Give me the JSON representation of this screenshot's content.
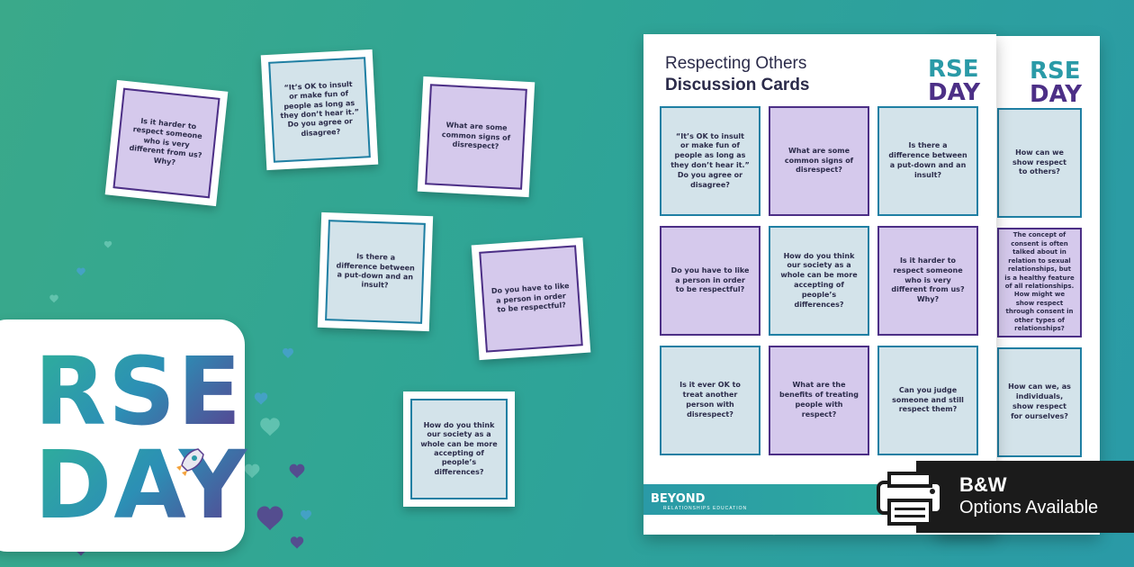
{
  "scattered_cards": [
    {
      "text": "Is it harder to respect someone who is very different from us? Why?",
      "color": "purple"
    },
    {
      "text": "“It’s OK to insult or make fun of people as long as they don’t hear it.” Do you agree or disagree?",
      "color": "blue"
    },
    {
      "text": "What are some common signs of disrespect?",
      "color": "purple"
    },
    {
      "text": "Is there a difference between a put-down and an insult?",
      "color": "blue"
    },
    {
      "text": "Do you have to like a person in order to be respectful?",
      "color": "purple"
    },
    {
      "text": "How do you think our society as a whole can be more accepting of people’s differences?",
      "color": "blue"
    }
  ],
  "badge": {
    "line1": "RSE",
    "line2": "DAY",
    "icon": "rocket-icon"
  },
  "worksheet": {
    "title_line1": "Respecting Others",
    "title_line2": "Discussion Cards",
    "logo_line1": "RSE",
    "logo_line2": "DAY",
    "cards": [
      {
        "text": "“It’s OK to insult or make fun of people as long as they don’t hear it.” Do you agree or disagree?",
        "color": "blue"
      },
      {
        "text": "What are some common signs of disrespect?",
        "color": "purple"
      },
      {
        "text": "Is there a difference between a put-down and an insult?",
        "color": "blue"
      },
      {
        "text": "Do you have to like a person in order to be respectful?",
        "color": "purple"
      },
      {
        "text": "How do you think our society as a whole can be more accepting of people’s differences?",
        "color": "blue"
      },
      {
        "text": "Is it harder to respect someone who is very different from us? Why?",
        "color": "purple"
      },
      {
        "text": "Is it ever OK to treat another person with disrespect?",
        "color": "blue"
      },
      {
        "text": "What are the benefits of treating people with respect?",
        "color": "purple"
      },
      {
        "text": "Can you judge someone and still respect them?",
        "color": "blue"
      }
    ],
    "footer_brand": "BEYOND",
    "footer_sub": "RELATIONSHIPS EDUCATION"
  },
  "back_page": {
    "logo_line1": "RSE",
    "logo_line2": "DAY",
    "cards": [
      {
        "text": "How can we show respect to others?",
        "color": "blue"
      },
      {
        "text": "The concept of consent is often talked about in relation to sexual relationships, but is a healthy feature of all relationships. How might we show respect through consent in other types of relationships?",
        "color": "purple"
      },
      {
        "text": "How can we, as individuals, show respect for ourselves?",
        "color": "blue"
      }
    ]
  },
  "banner": {
    "line1": "B&W",
    "line2": "Options Available",
    "icon": "printer-icon"
  },
  "colors": {
    "teal": "#2fa596",
    "purple": "#4c2f86",
    "card_purple": "#d5c9ec",
    "card_blue": "#d3e3ea"
  }
}
